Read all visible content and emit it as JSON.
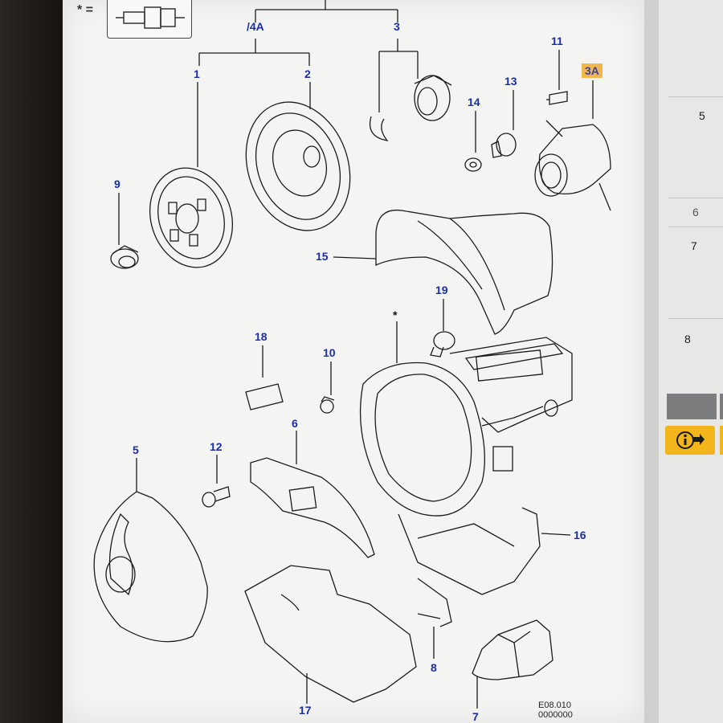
{
  "legend": {
    "star_label": "* ="
  },
  "callouts": {
    "c1": "1",
    "c2": "2",
    "c3": "3",
    "c3a": "3A",
    "c4a": "/4A",
    "c5": "5",
    "c6": "6",
    "c7": "7",
    "c8": "8",
    "c9": "9",
    "c10": "10",
    "c11": "11",
    "c12": "12",
    "c13": "13",
    "c14": "14",
    "c15": "15",
    "c16": "16",
    "c17": "17",
    "c18": "18",
    "c19": "19",
    "star": "*"
  },
  "drawing_code": {
    "line1": "E08.010",
    "line2": "0000000"
  },
  "side_panel": {
    "rows": [
      "5",
      "6",
      "7",
      "8"
    ],
    "info_icon": "info-arrow-icon",
    "accent_color": "#f2b51c"
  },
  "colors": {
    "callout": "#1b2fa3",
    "highlight": "#f0b84a"
  }
}
